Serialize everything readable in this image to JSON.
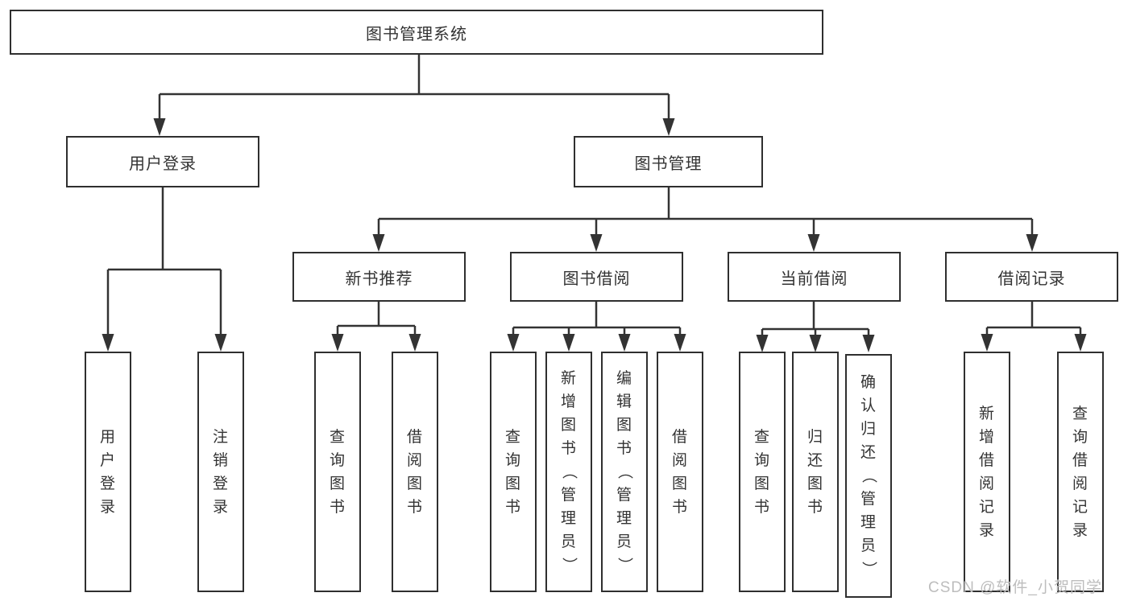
{
  "diagram_title": "图书管理系统",
  "watermark": "CSDN @软件_小贺同学",
  "colors": {
    "line": "#333333",
    "box_border": "#2f2f2f",
    "text": "#333333",
    "watermark": "#bdbdbd",
    "background": "#ffffff"
  },
  "nodes": {
    "root": {
      "label": "图书管理系统"
    },
    "l2": [
      {
        "label": "用户登录"
      },
      {
        "label": "图书管理"
      }
    ],
    "l3": [
      {
        "label": "新书推荐"
      },
      {
        "label": "图书借阅"
      },
      {
        "label": "当前借阅"
      },
      {
        "label": "借阅记录"
      }
    ],
    "l4": {
      "login": [
        "用户登录",
        "注销登录"
      ],
      "recommend": [
        "查询图书",
        "借阅图书"
      ],
      "borrow": [
        "查询图书",
        "新增图书（管理员）",
        "编辑图书（管理员）",
        "借阅图书"
      ],
      "current": [
        "查询图书",
        "归还图书",
        "确认归还（管理员）"
      ],
      "records": [
        "新增借阅记录",
        "查询借阅记录"
      ]
    }
  }
}
